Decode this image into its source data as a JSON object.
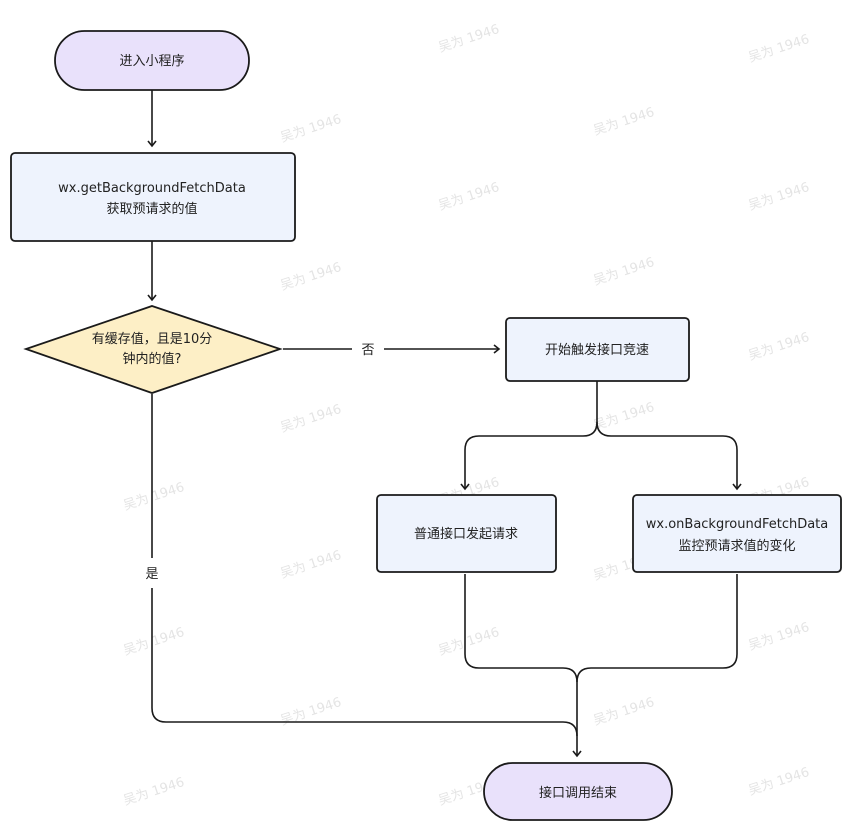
{
  "watermark": "吴为 1946",
  "colors": {
    "terminal_fill": "#e9e1fb",
    "process_fill": "#eef3fd",
    "decision_fill": "#fdefc6",
    "stroke": "#1a1a1a"
  },
  "nodes": {
    "start": {
      "text": "进入小程序"
    },
    "fetch": {
      "line1": "wx.getBackgroundFetchData",
      "line2": "获取预请求的值"
    },
    "decision": {
      "line1": "有缓存值，且是10分",
      "line2": "钟内的值?"
    },
    "race": {
      "text": "开始触发接口竞速"
    },
    "normal_request": {
      "text": "普通接口发起请求"
    },
    "listen": {
      "line1": "wx.onBackgroundFetchData",
      "line2": "监控预请求值的变化"
    },
    "end": {
      "text": "接口调用结束"
    }
  },
  "edges": {
    "no_label": "否",
    "yes_label": "是"
  }
}
